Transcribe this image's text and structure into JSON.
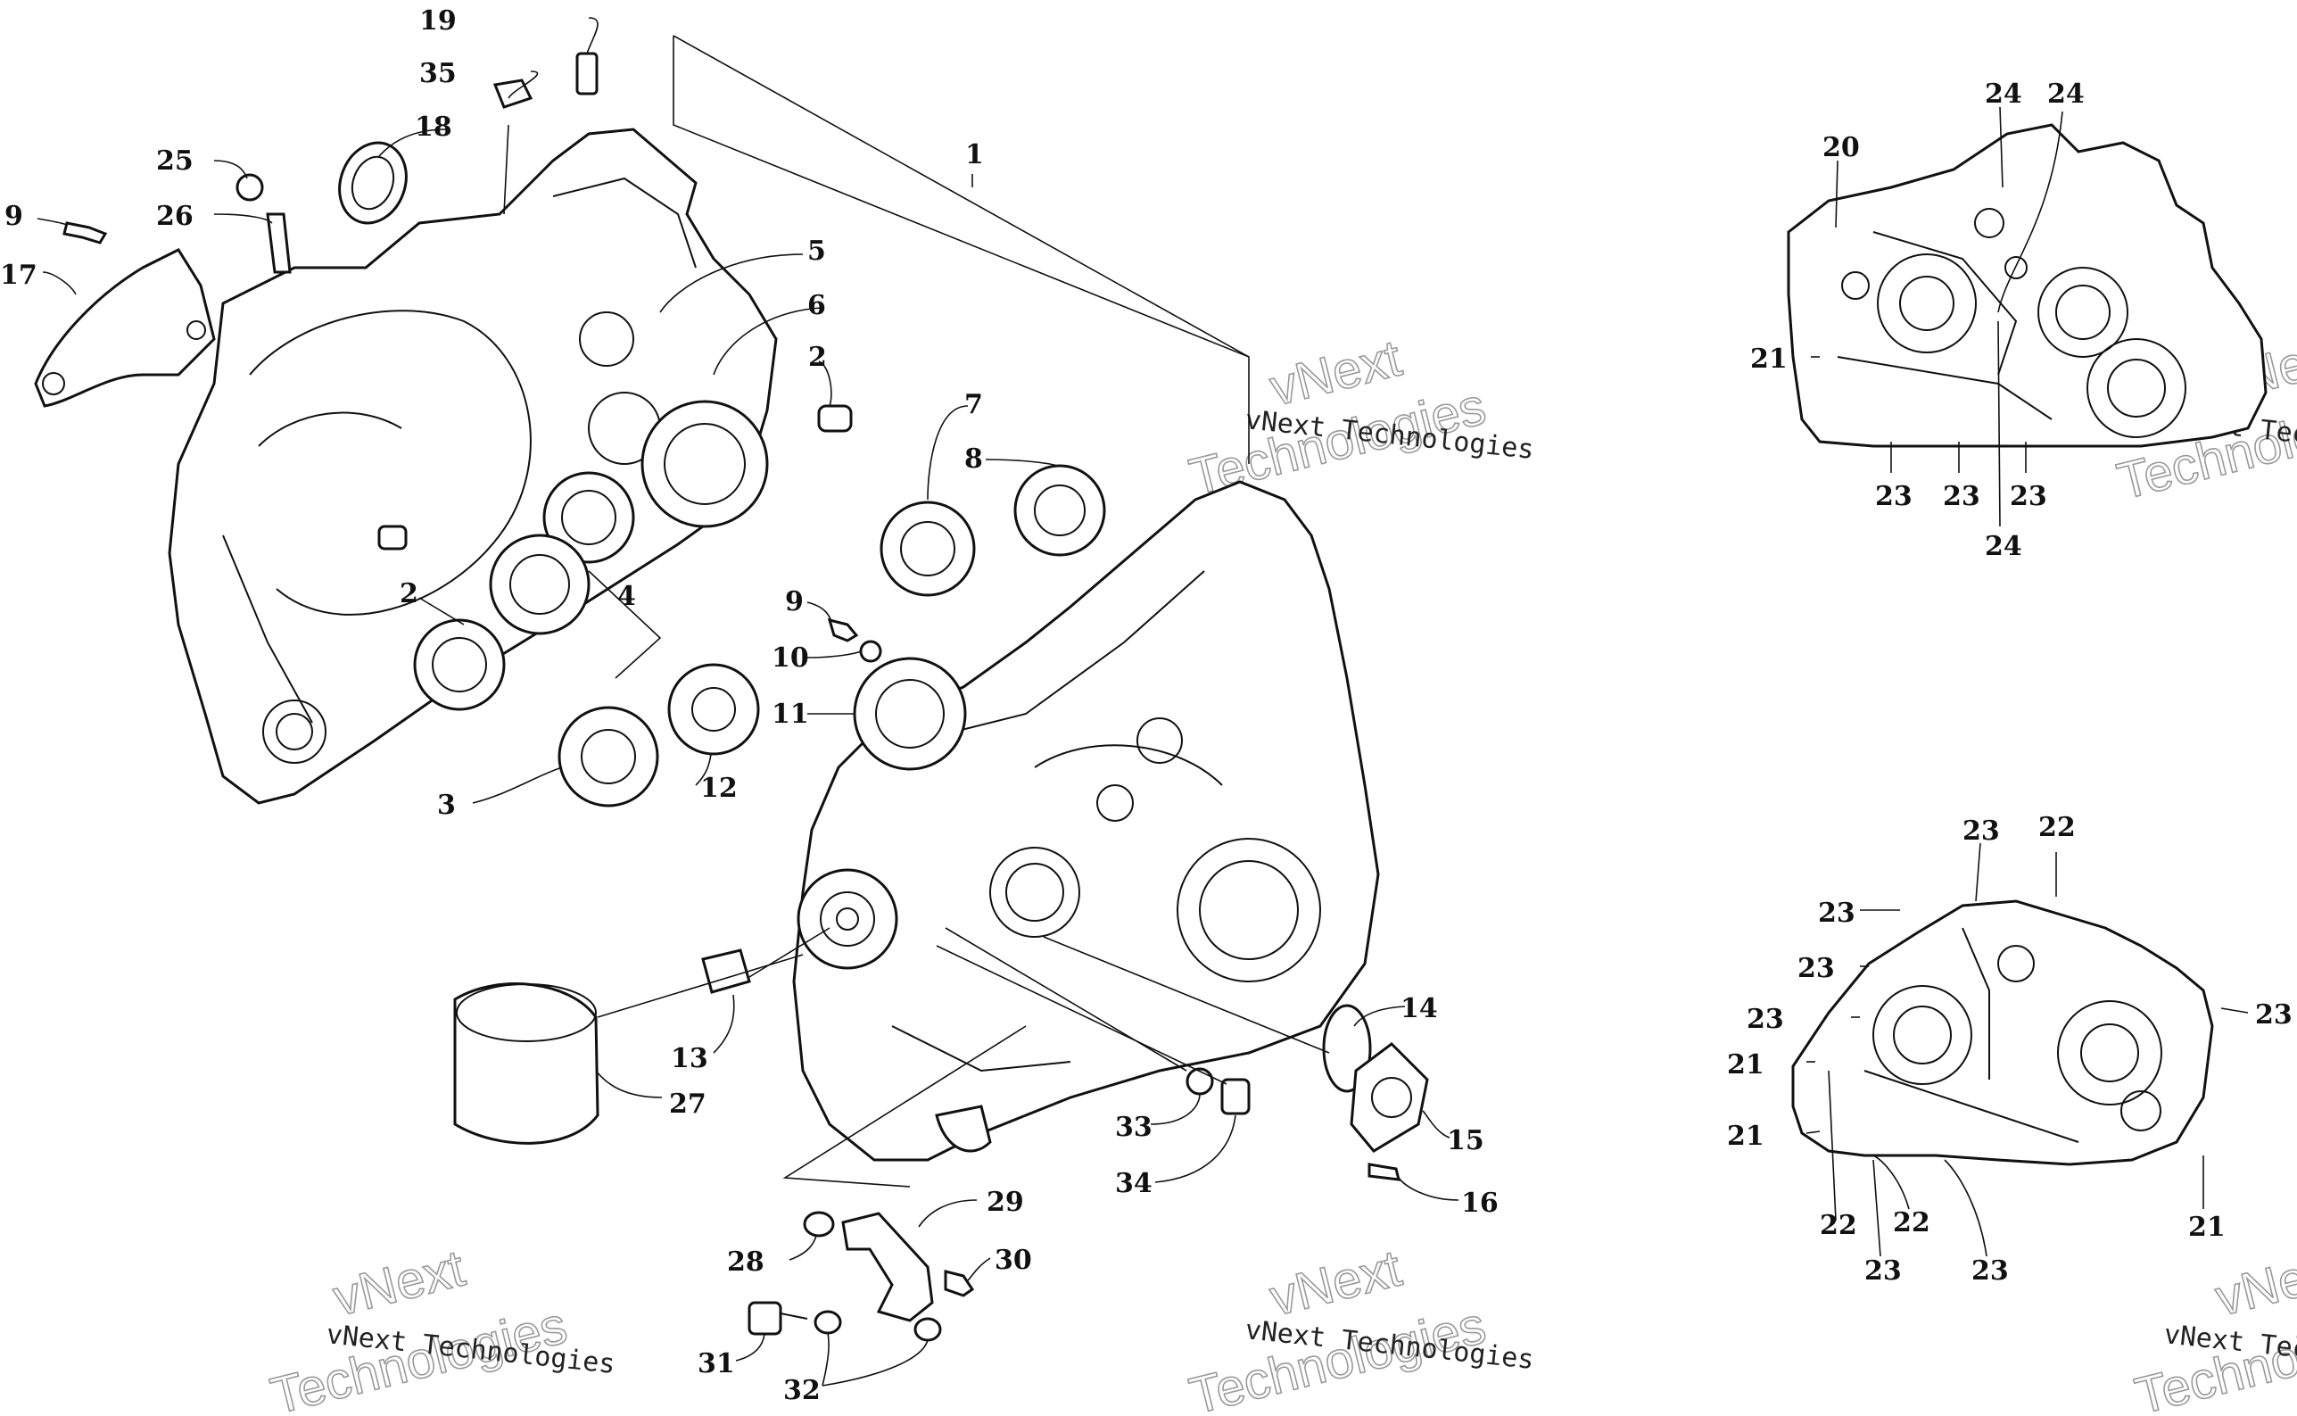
{
  "diagram": {
    "callouts": [
      {
        "id": "c1",
        "label": "1"
      },
      {
        "id": "c2a",
        "label": "2"
      },
      {
        "id": "c2b",
        "label": "2"
      },
      {
        "id": "c3",
        "label": "3"
      },
      {
        "id": "c4",
        "label": "4"
      },
      {
        "id": "c5",
        "label": "5"
      },
      {
        "id": "c6",
        "label": "6"
      },
      {
        "id": "c7",
        "label": "7"
      },
      {
        "id": "c8",
        "label": "8"
      },
      {
        "id": "c9a",
        "label": "9"
      },
      {
        "id": "c9b",
        "label": "9"
      },
      {
        "id": "c10",
        "label": "10"
      },
      {
        "id": "c11",
        "label": "11"
      },
      {
        "id": "c12",
        "label": "12"
      },
      {
        "id": "c13",
        "label": "13"
      },
      {
        "id": "c14",
        "label": "14"
      },
      {
        "id": "c15",
        "label": "15"
      },
      {
        "id": "c16",
        "label": "16"
      },
      {
        "id": "c17",
        "label": "17"
      },
      {
        "id": "c18",
        "label": "18"
      },
      {
        "id": "c19",
        "label": "19"
      },
      {
        "id": "c25",
        "label": "25"
      },
      {
        "id": "c26",
        "label": "26"
      },
      {
        "id": "c27",
        "label": "27"
      },
      {
        "id": "c28",
        "label": "28"
      },
      {
        "id": "c29",
        "label": "29"
      },
      {
        "id": "c30",
        "label": "30"
      },
      {
        "id": "c31",
        "label": "31"
      },
      {
        "id": "c32",
        "label": "32"
      },
      {
        "id": "c33",
        "label": "33"
      },
      {
        "id": "c34",
        "label": "34"
      },
      {
        "id": "c35",
        "label": "35"
      }
    ],
    "inset_top_callouts": [
      {
        "id": "t20",
        "label": "20"
      },
      {
        "id": "t21",
        "label": "21"
      },
      {
        "id": "t24a",
        "label": "24"
      },
      {
        "id": "t24b",
        "label": "24"
      },
      {
        "id": "t24c",
        "label": "24"
      },
      {
        "id": "t23a",
        "label": "23"
      },
      {
        "id": "t23b",
        "label": "23"
      },
      {
        "id": "t23c",
        "label": "23"
      }
    ],
    "inset_bottom_callouts": [
      {
        "id": "b23a",
        "label": "23"
      },
      {
        "id": "b22a",
        "label": "22"
      },
      {
        "id": "b23b",
        "label": "23"
      },
      {
        "id": "b23c",
        "label": "23"
      },
      {
        "id": "b23d",
        "label": "23"
      },
      {
        "id": "b23e",
        "label": "23"
      },
      {
        "id": "b21a",
        "label": "21"
      },
      {
        "id": "b21b",
        "label": "21"
      },
      {
        "id": "b22b",
        "label": "22"
      },
      {
        "id": "b22c",
        "label": "22"
      },
      {
        "id": "b23f",
        "label": "23"
      },
      {
        "id": "b23g",
        "label": "23"
      },
      {
        "id": "b21c",
        "label": "21"
      }
    ],
    "watermark": {
      "text": "vNext Technologies",
      "word1": "vNext",
      "word2": "Technologies"
    }
  }
}
